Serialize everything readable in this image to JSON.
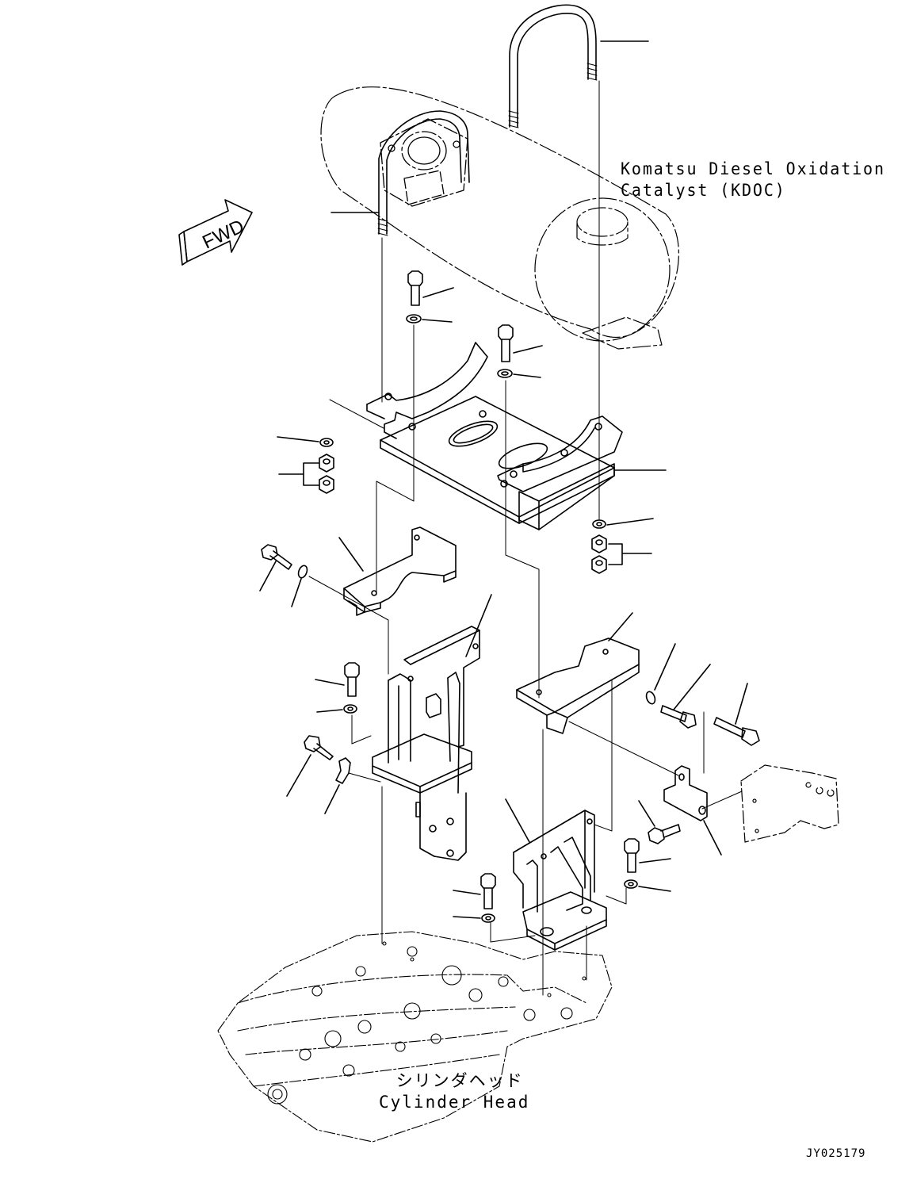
{
  "fwd_label": "FWD",
  "catalyst_label": {
    "line1": "Komatsu Diesel Oxidation",
    "line2": "Catalyst (KDOC)"
  },
  "cylinder_head_label": {
    "jp": "シリンダヘッド",
    "en": "Cylinder Head"
  },
  "figure_number": "JY025179",
  "icons": [
    "fwd-arrow-icon"
  ]
}
